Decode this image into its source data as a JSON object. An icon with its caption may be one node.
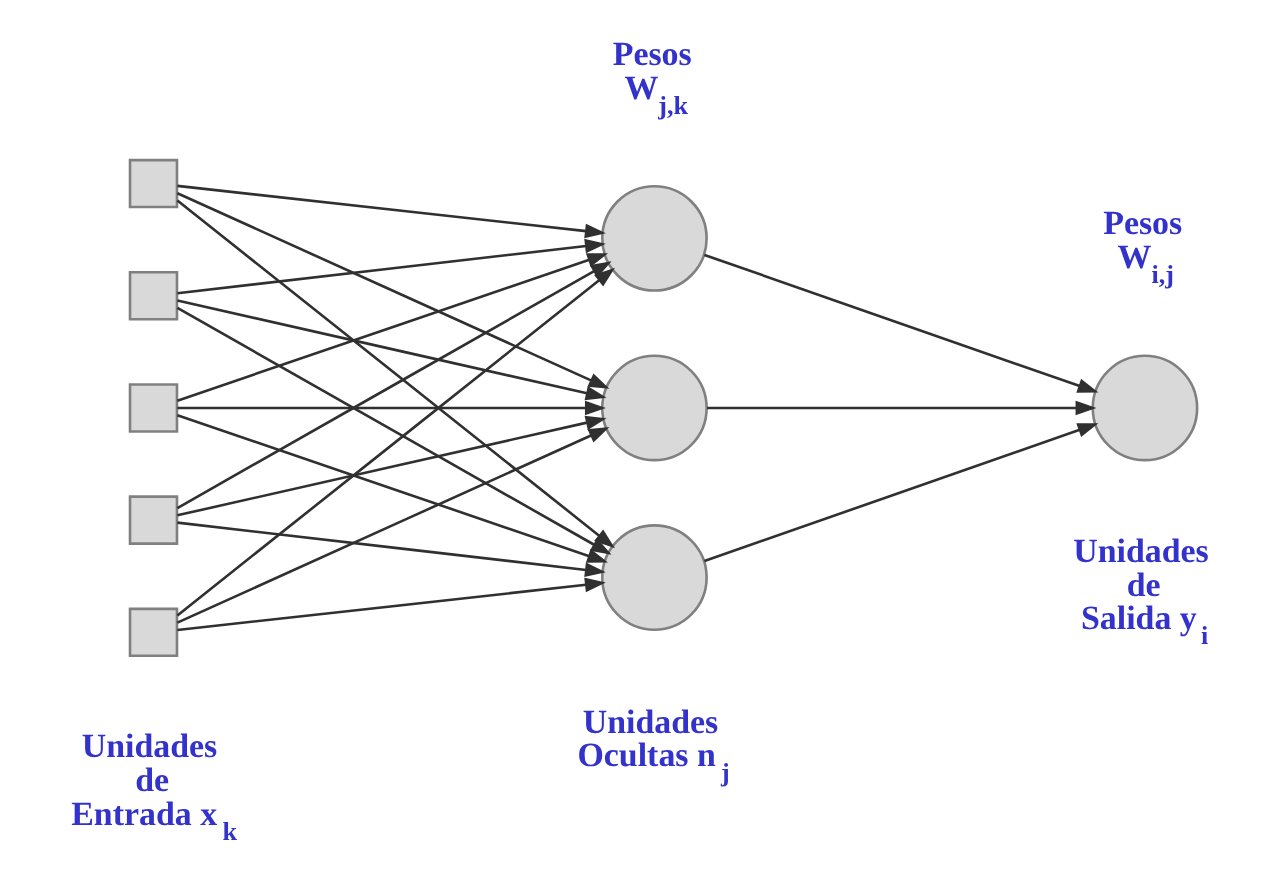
{
  "diagram": {
    "nodes": [
      {
        "text": [],
        "shape": "box"
      },
      {
        "text": [],
        "shape": "box"
      },
      {
        "text": [],
        "shape": "box"
      },
      {
        "text": [],
        "shape": "box"
      },
      {
        "text": [],
        "shape": "box"
      },
      {
        "text": [],
        "shape": "circle"
      },
      {
        "text": [],
        "shape": "circle"
      },
      {
        "text": [],
        "shape": "circle"
      },
      {
        "text": [],
        "shape": "circle"
      }
    ],
    "edges": [
      {
        "from": 0,
        "to": 5,
        "arrow": "to"
      },
      {
        "from": 0,
        "to": 6,
        "arrow": "to"
      },
      {
        "from": 0,
        "to": 7,
        "arrow": "to"
      },
      {
        "from": 1,
        "to": 5,
        "arrow": "to"
      },
      {
        "from": 1,
        "to": 6,
        "arrow": "to"
      },
      {
        "from": 1,
        "to": 7,
        "arrow": "to"
      },
      {
        "from": 2,
        "to": 5,
        "arrow": "to"
      },
      {
        "from": 2,
        "to": 6,
        "arrow": "to"
      },
      {
        "from": 2,
        "to": 7,
        "arrow": "to"
      },
      {
        "from": 3,
        "to": 5,
        "arrow": "to"
      },
      {
        "from": 3,
        "to": 6,
        "arrow": "to"
      },
      {
        "from": 3,
        "to": 7,
        "arrow": "to"
      },
      {
        "from": 4,
        "to": 5,
        "arrow": "to"
      },
      {
        "from": 4,
        "to": 6,
        "arrow": "to"
      },
      {
        "from": 4,
        "to": 7,
        "arrow": "to"
      },
      {
        "from": 5,
        "to": 8,
        "arrow": "to"
      },
      {
        "from": 6,
        "to": 8,
        "arrow": "to"
      },
      {
        "from": 7,
        "to": 8,
        "arrow": "to"
      }
    ],
    "labels": [
      "Pesos W$_{j,k}$",
      "Pesos W$_{i,j}$",
      "Unidades de Salida y$_{i}$",
      "Unidades de Entrada x$_{k}$",
      "Unidades Ocultas n$_{j}$"
    ]
  }
}
